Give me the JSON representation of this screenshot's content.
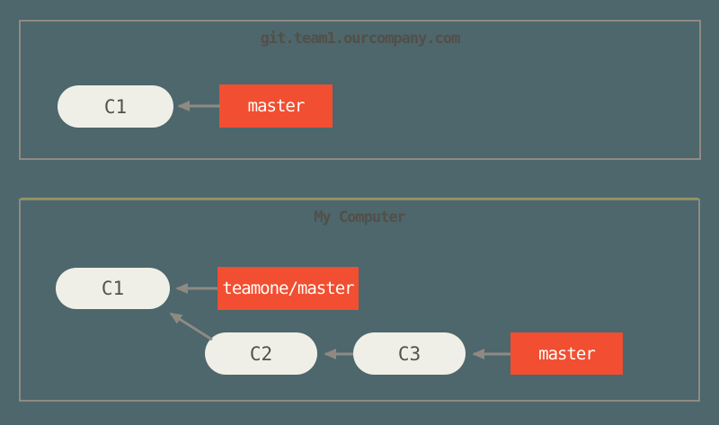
{
  "colors": {
    "background": "#4d676c",
    "box_border": "#8f8a83",
    "node_fill": "#f0efe7",
    "node_text": "#55514b",
    "branch_fill": "#f14e32",
    "branch_text": "#fffef7",
    "arrow": "#8e8a83",
    "title_text": "#534f48",
    "accent_line": "#9b9b45"
  },
  "remote": {
    "title": "git.team1.ourcompany.com",
    "commits": [
      {
        "id": "C1"
      }
    ],
    "branches": [
      {
        "name": "master",
        "points_to": "C1"
      }
    ]
  },
  "local": {
    "title": "My Computer",
    "commits": [
      {
        "id": "C1"
      },
      {
        "id": "C2"
      },
      {
        "id": "C3"
      }
    ],
    "branches": [
      {
        "name": "teamone/master",
        "points_to": "C1"
      },
      {
        "name": "master",
        "points_to": "C3"
      }
    ],
    "edges": [
      {
        "from": "C2",
        "to": "C1"
      },
      {
        "from": "C3",
        "to": "C2"
      }
    ]
  }
}
